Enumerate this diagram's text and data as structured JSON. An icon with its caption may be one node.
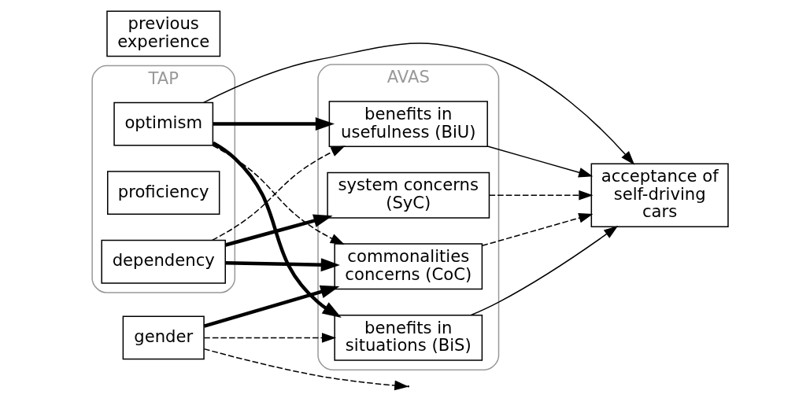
{
  "diagram": {
    "nodes": [
      {
        "text": [
          "TAP"
        ]
      },
      {
        "text": [
          "optimism"
        ],
        "in": 0
      },
      {
        "text": [
          "proficiency"
        ],
        "in": 0
      },
      {
        "text": [
          "dependency"
        ],
        "in": 0
      },
      {
        "text": [
          "AVAS"
        ]
      },
      {
        "text": [
          "benefits in usefulness (BiU)"
        ],
        "in": 4
      },
      {
        "text": [
          "benefits in situations (BiS)"
        ],
        "in": 4
      },
      {
        "text": [
          "commonalities concerns (CoC)"
        ],
        "in": 4
      },
      {
        "text": [
          "system concerns (SyC)"
        ],
        "in": 4
      },
      {
        "text": [
          "acceptance of self-driving cars"
        ]
      },
      {
        "text": [
          "previous experience"
        ]
      },
      {
        "text": [
          "gender"
        ]
      }
    ],
    "edges": [
      {
        "from": 1,
        "to": 9,
        "arrow": "to"
      },
      {
        "from": 1,
        "to": 5,
        "arrow": "to",
        "style": "thick"
      },
      {
        "from": 1,
        "to": 6,
        "arrow": "to",
        "style": "thick"
      },
      {
        "from": 1,
        "to": 7,
        "arrow": "to",
        "style": "dashed"
      },
      {
        "from": 3,
        "to": 5,
        "arrow": "to",
        "style": "dashed"
      },
      {
        "from": 3,
        "to": 7,
        "arrow": "to",
        "style": "thick"
      },
      {
        "from": 3,
        "to": 8,
        "arrow": "to",
        "style": "thick"
      },
      {
        "from": 5,
        "to": 9,
        "arrow": "to"
      },
      {
        "from": 6,
        "to": 9,
        "arrow": "to"
      },
      {
        "from": 7,
        "to": 9,
        "arrow": "to",
        "style": "dashed"
      },
      {
        "from": 8,
        "to": 9,
        "arrow": "to",
        "style": "dashed"
      },
      {
        "from": 11,
        "to": 7,
        "arrow": "to",
        "style": "thick"
      },
      {
        "from": 11,
        "to": 6,
        "arrow": "to",
        "style": "dashed"
      },
      {
        "from": 11,
        "to": null,
        "arrow": "to",
        "style": "dashed"
      }
    ]
  }
}
